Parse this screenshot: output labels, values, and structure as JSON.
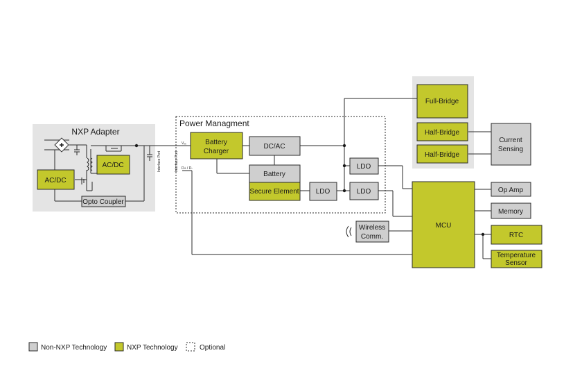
{
  "groups": {
    "adapter": "NXP Adapter",
    "power_management": "Power Managment"
  },
  "blocks": {
    "acdc_primary": "AC/DC",
    "acdc_secondary": "AC/DC",
    "opto_coupler": "Opto Coupler",
    "battery_charger": [
      "Battery",
      "Charger"
    ],
    "dcac": "DC/AC",
    "battery": "Battery",
    "secure_element": "Secure Element",
    "ldo_center": "LDO",
    "ldo_upper": "LDO",
    "ldo_lower": "LDO",
    "full_bridge": "Full-Bridge",
    "half_bridge_1": "Half-Bridge",
    "half_bridge_2": "Half-Bridge",
    "current_sensing": [
      "Current",
      "Sensing"
    ],
    "wireless_comm": [
      "Wireless",
      "Comm."
    ],
    "mcu": "MCU",
    "op_amp": "Op Amp",
    "memory": "Memory",
    "rtc": "RTC",
    "temperature_sensor": [
      "Temperature",
      "Sensor"
    ]
  },
  "labels": {
    "interface_port_left": "Interface Port",
    "interface_port_right": "Interface Port",
    "vbus": "Vₓₓ",
    "d_plus_minus": "D+ / D-"
  },
  "legend": {
    "non_nxp": "Non-NXP Technology",
    "nxp": "NXP Technology",
    "optional": "Optional"
  },
  "colors": {
    "nxp": "#c3c82c",
    "non_nxp": "#cfcfcf",
    "group_bg": "#e4e4e4",
    "stroke": "#2a2a2a"
  }
}
